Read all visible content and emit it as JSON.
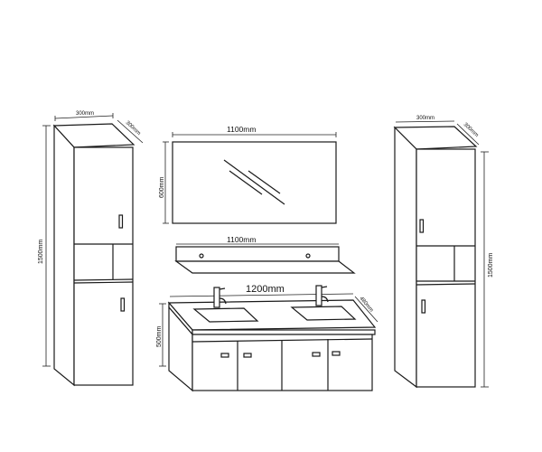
{
  "left_cabinet": {
    "width": "300mm",
    "depth": "300mm",
    "height": "1500mm"
  },
  "mirror": {
    "width": "1100mm",
    "height": "600mm"
  },
  "shelf": {
    "width": "1100mm"
  },
  "vanity": {
    "width": "1200mm",
    "depth": "480mm",
    "height": "500mm"
  },
  "right_cabinet": {
    "width": "300mm",
    "depth": "300mm",
    "height": "1500mm"
  }
}
